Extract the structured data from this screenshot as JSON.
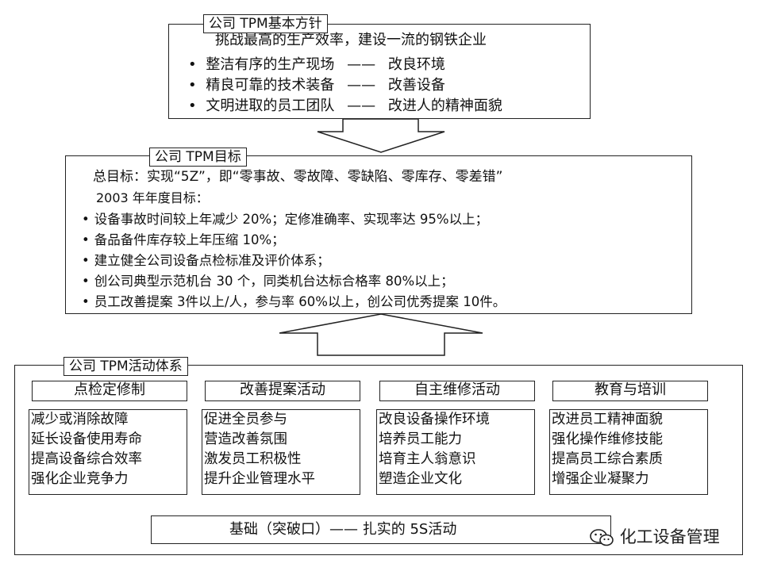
{
  "policy": {
    "title": "公司 TPM基本方针",
    "main": "挑战最高的生产效率，建设一流的钢铁企业",
    "items": [
      {
        "left": "整洁有序的生产现场",
        "right": "改良环境"
      },
      {
        "left": "精良可靠的技术装备",
        "right": "改善设备"
      },
      {
        "left": "文明进取的员工团队",
        "right": "改进人的精神面貌"
      }
    ],
    "dash": "——"
  },
  "goals": {
    "title": "公司 TPM目标",
    "overall": "总目标：实现“5Z”，即“零事故、零故障、零缺陷、零库存、零差错”",
    "annual": "2003 年年度目标：",
    "items": [
      "设备事故时间较上年减少 20%；定修准确率、实现率达 95%以上；",
      "备品备件库存较上年压缩 10%；",
      "建立健全公司设备点检标准及评价体系；",
      "创公司典型示范机台 30 个，同类机台达标合格率 80%以上；",
      "员工改善提案 3件以上/人，参与率 60%以上，创公司优秀提案 10件。"
    ]
  },
  "system": {
    "title": "公司 TPM活动体系",
    "columns": [
      {
        "head": "点检定修制",
        "lines": [
          "减少或消除故障",
          "延长设备使用寿命",
          "提高设备综合效率",
          "强化企业竞争力"
        ]
      },
      {
        "head": "改善提案活动",
        "lines": [
          "促进全员参与",
          "营造改善氛围",
          "激发员工积极性",
          "提升企业管理水平"
        ]
      },
      {
        "head": "自主维修活动",
        "lines": [
          "改良设备操作环境",
          "培养员工能力",
          "培育主人翁意识",
          "塑造企业文化"
        ]
      },
      {
        "head": "教育与培训",
        "lines": [
          "改进员工精神面貌",
          "强化操作维修技能",
          "提高员工综合素质",
          "增强企业凝聚力"
        ]
      }
    ],
    "foundation": "基础（突破口）—— 扎实的 5S活动"
  },
  "watermark": {
    "text": "化工设备管理"
  }
}
